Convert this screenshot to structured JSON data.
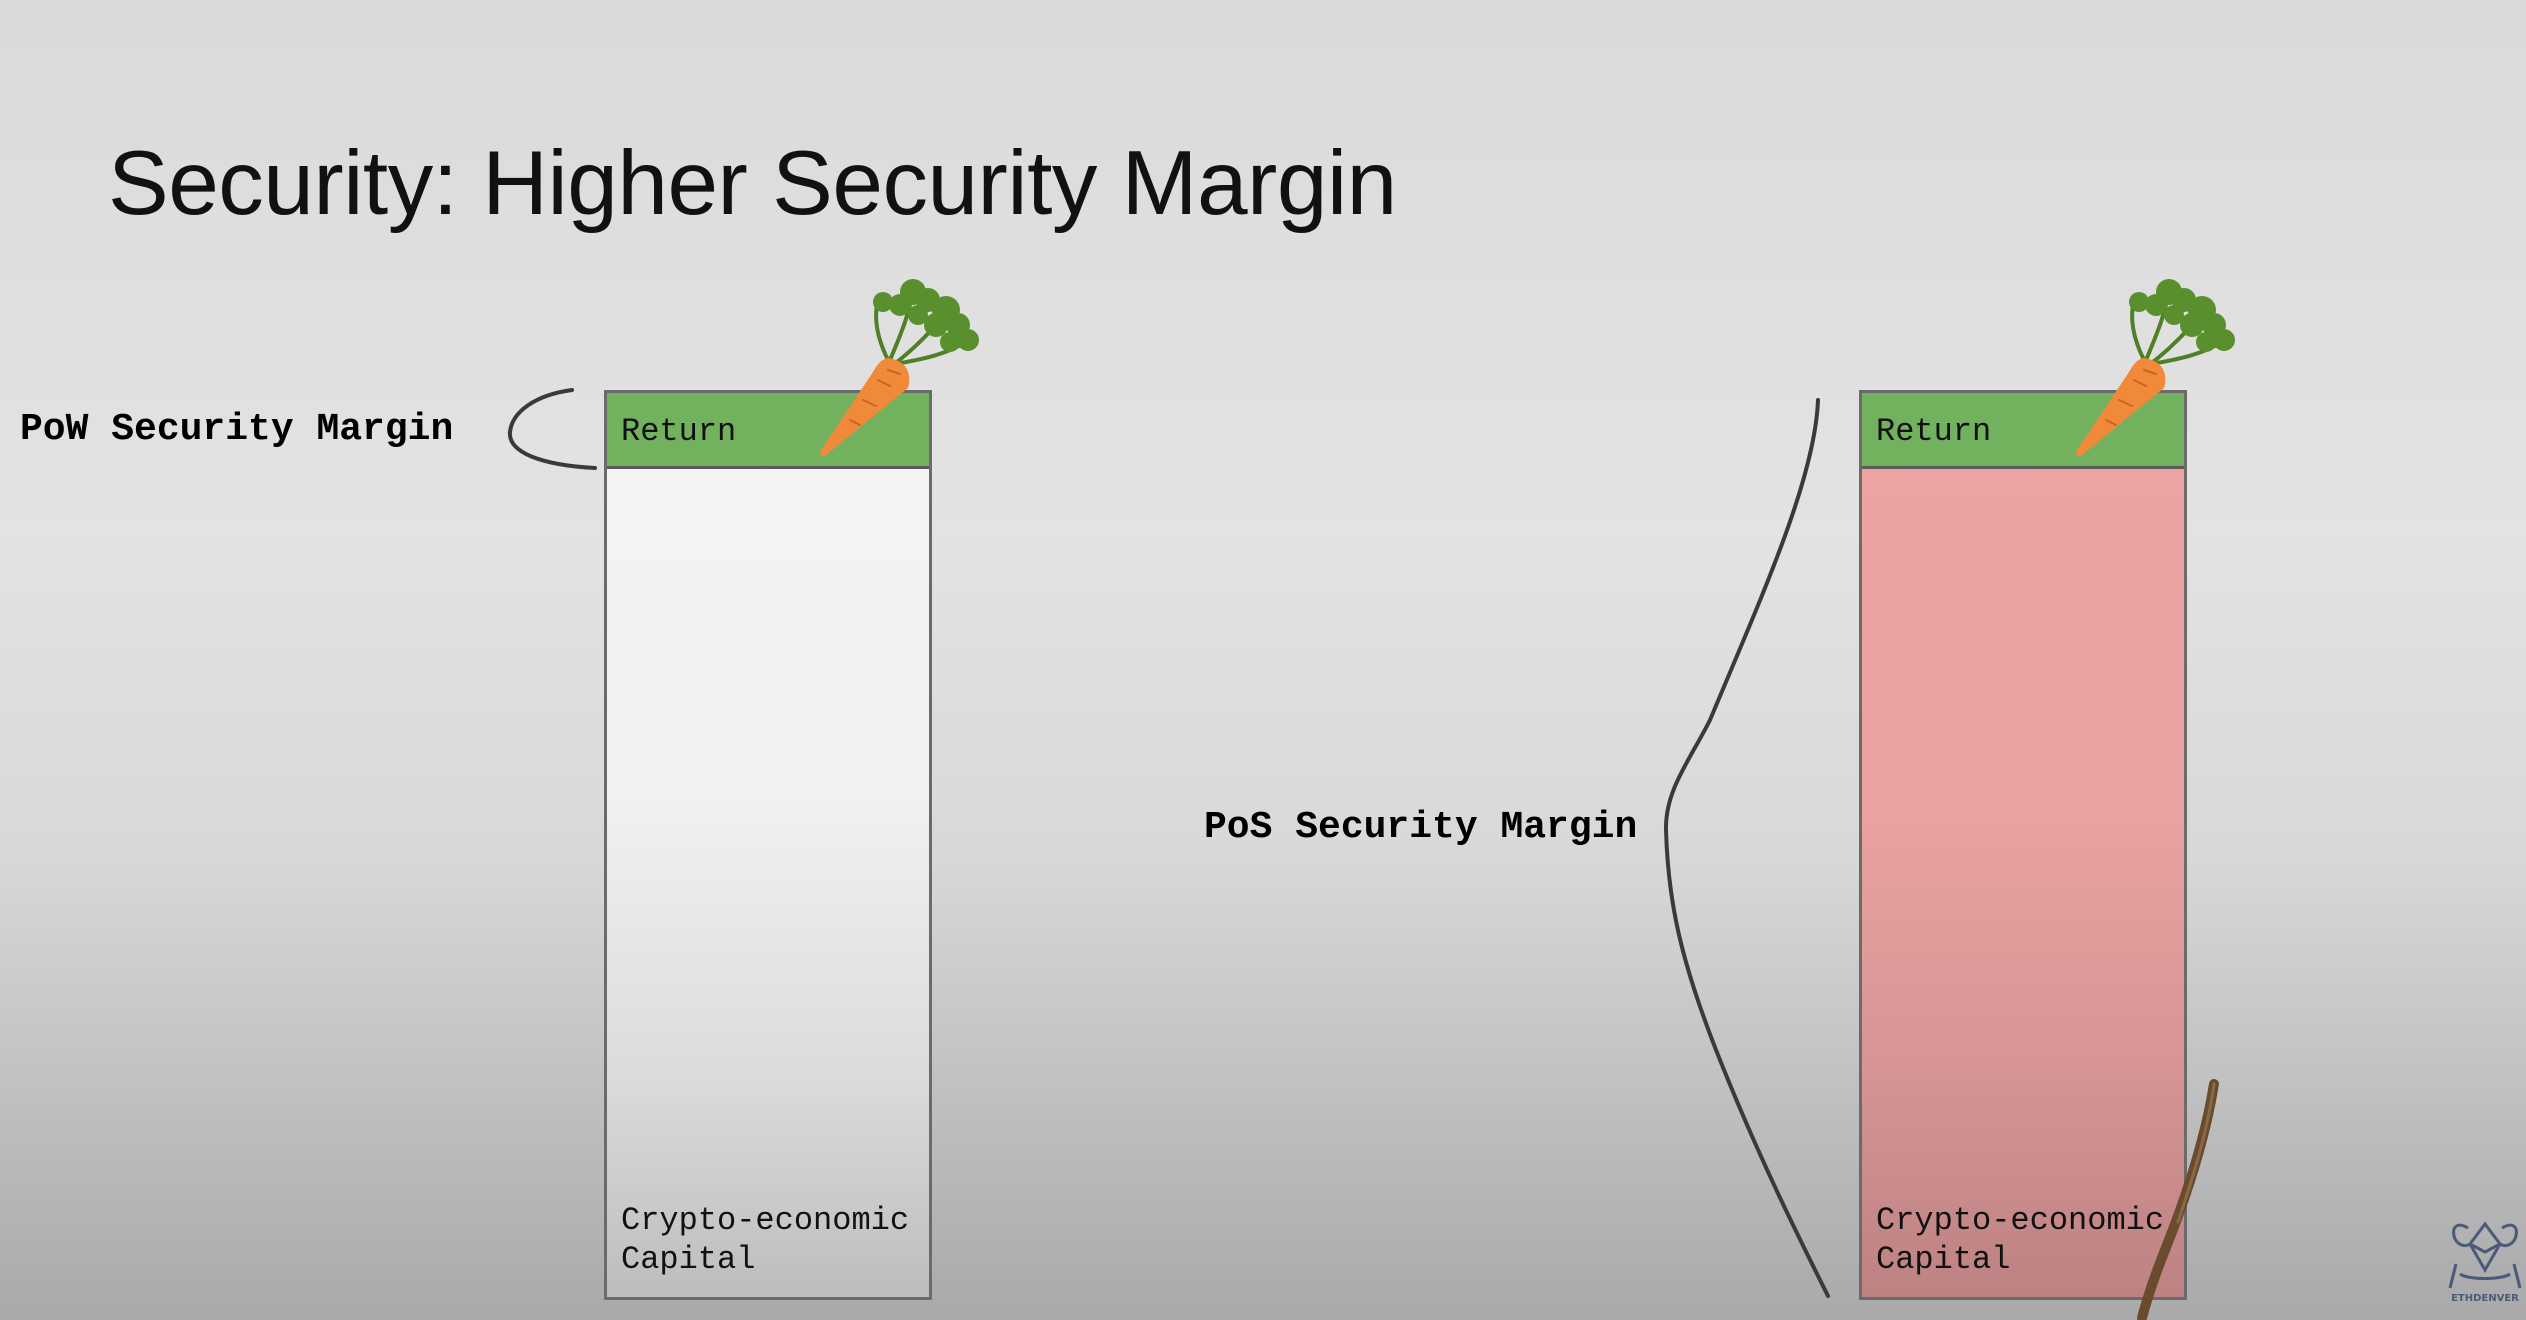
{
  "title": "Security: Higher Security Margin",
  "left": {
    "margin_label": "PoW Security Margin",
    "return_label": "Return",
    "capital_label": "Crypto-economic\nCapital"
  },
  "right": {
    "margin_label": "PoS Security Margin",
    "return_label": "Return",
    "capital_label": "Crypto-economic\nCapital"
  },
  "logo": {
    "text": "ETHDENVER",
    "icon": "ethdenver-logo-icon"
  },
  "colors": {
    "return_band": "#72b25e",
    "pow_capital": "#f2f2f2",
    "pos_capital": "#eca2a2",
    "carrot": "#f08a3a",
    "carrot_leaves": "#5a8f2e"
  },
  "icons": [
    "carrot-icon",
    "stick-icon",
    "brace-icon"
  ]
}
